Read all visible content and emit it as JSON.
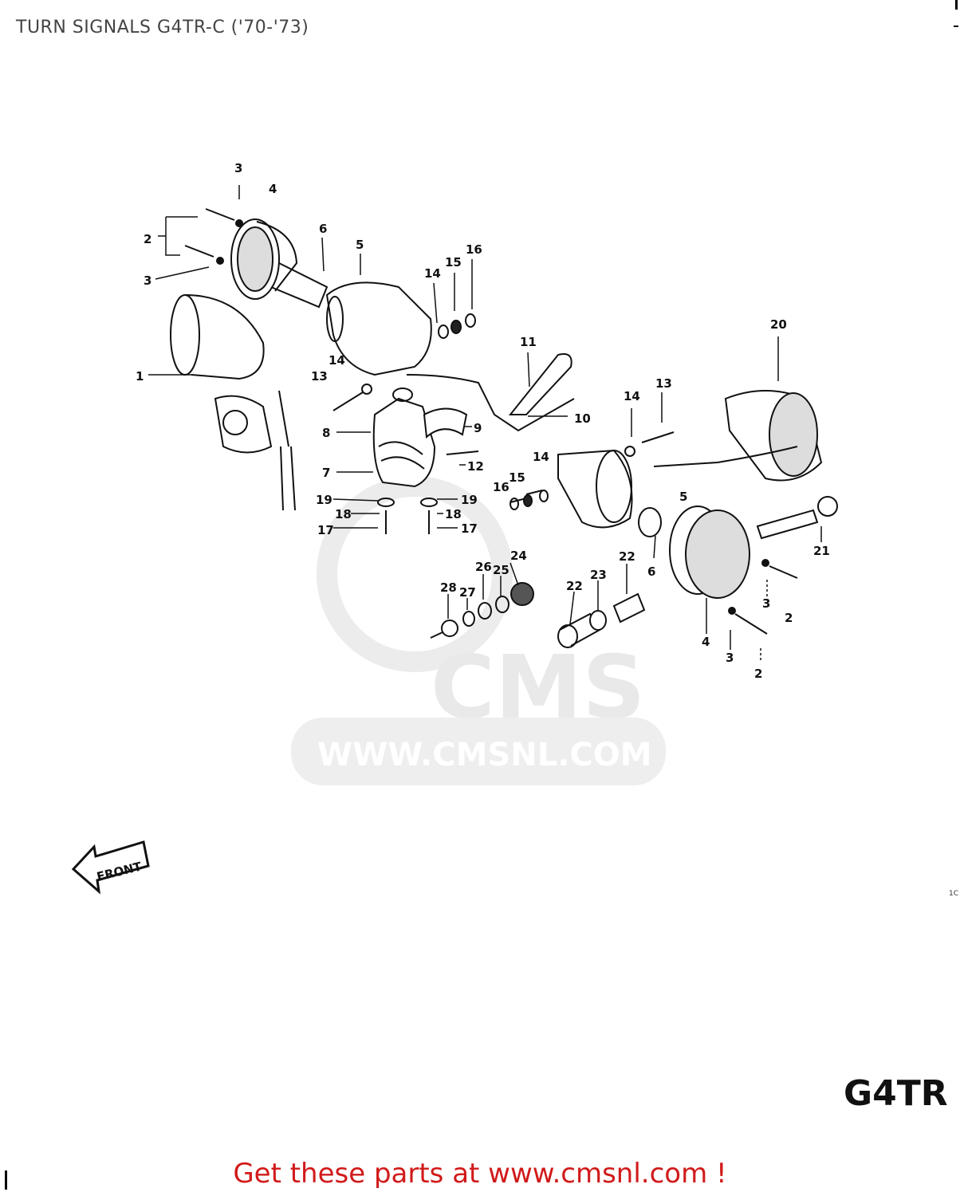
{
  "header": {
    "title": "TURN SIGNALS G4TR-C ('70-'73)"
  },
  "watermark": {
    "logo_text": "CMS",
    "url_text": "WWW.CMSNL.COM"
  },
  "direction_label": "FRONT",
  "model_label": "G4TR",
  "side_code": "1C",
  "footer": {
    "cta": "Get these parts at www.cmsnl.com !"
  },
  "callouts": {
    "c1": "1",
    "c2a": "2",
    "c2b": "2",
    "c2c": "2",
    "c3a": "3",
    "c3b": "3",
    "c3c": "3",
    "c3d": "3",
    "c4a": "4",
    "c4b": "4",
    "c5a": "5",
    "c5b": "5",
    "c6a": "6",
    "c6b": "6",
    "c7": "7",
    "c8": "8",
    "c9": "9",
    "c10": "10",
    "c11": "11",
    "c12": "12",
    "c13a": "13",
    "c13b": "13",
    "c14a": "14",
    "c14b": "14",
    "c14c": "14",
    "c14d": "14",
    "c15a": "15",
    "c15b": "15",
    "c16a": "16",
    "c16b": "16",
    "c17a": "17",
    "c17b": "17",
    "c18a": "18",
    "c18b": "18",
    "c19a": "19",
    "c19b": "19",
    "c20": "20",
    "c21": "21",
    "c22a": "22",
    "c22b": "22",
    "c23": "23",
    "c24": "24",
    "c25": "25",
    "c26": "26",
    "c27": "27",
    "c28": "28"
  }
}
